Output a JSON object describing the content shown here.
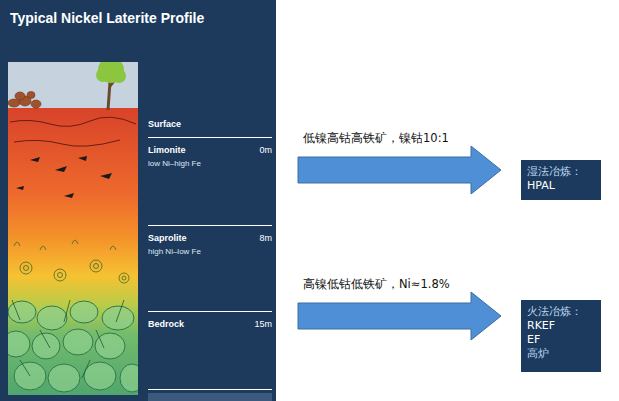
{
  "diagram": {
    "title": "Typical Nickel Laterite Profile",
    "nodes": [
      {
        "text": [
          "Surface"
        ]
      },
      {
        "text": [
          "Limonite",
          "0m",
          "low Ni–high Fe"
        ]
      },
      {
        "text": [
          "Saprolite",
          "8m",
          "high Ni–low Fe"
        ]
      },
      {
        "text": [
          "Bedrock",
          "15m"
        ]
      },
      {
        "text": [
          "湿法冶炼：",
          "HPAL"
        ]
      },
      {
        "text": [
          "火法冶炼：",
          "RKEF",
          "EF",
          "高炉"
        ]
      }
    ],
    "edges": [
      {
        "from": 1,
        "to": 4,
        "arrow": "to",
        "label": "低镍高钴高铁矿，镍钴10:1"
      },
      {
        "from": 2,
        "to": 5,
        "arrow": "to",
        "label": "高镍低钴低铁矿，Ni≈1.8%"
      }
    ]
  }
}
